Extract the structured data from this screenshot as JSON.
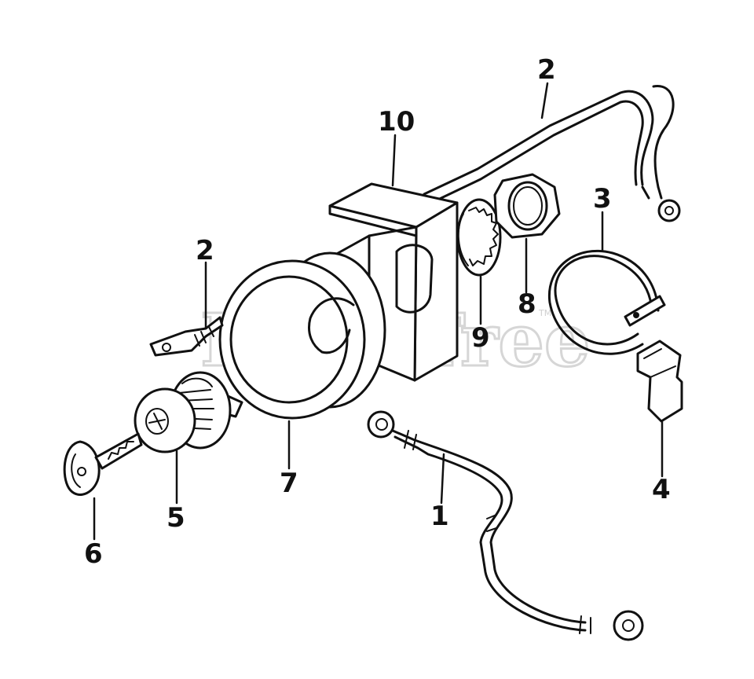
{
  "watermark": {
    "text": "PartsTree",
    "tm": "TM"
  },
  "callouts": {
    "c1": "1",
    "c2a": "2",
    "c2b": "2",
    "c3": "3",
    "c4": "4",
    "c5": "5",
    "c6": "6",
    "c7": "7",
    "c8": "8",
    "c9": "9",
    "c10": "10"
  },
  "colors": {
    "ink": "#111111",
    "paper": "#ffffff",
    "watermark": "#cfcfcf"
  }
}
